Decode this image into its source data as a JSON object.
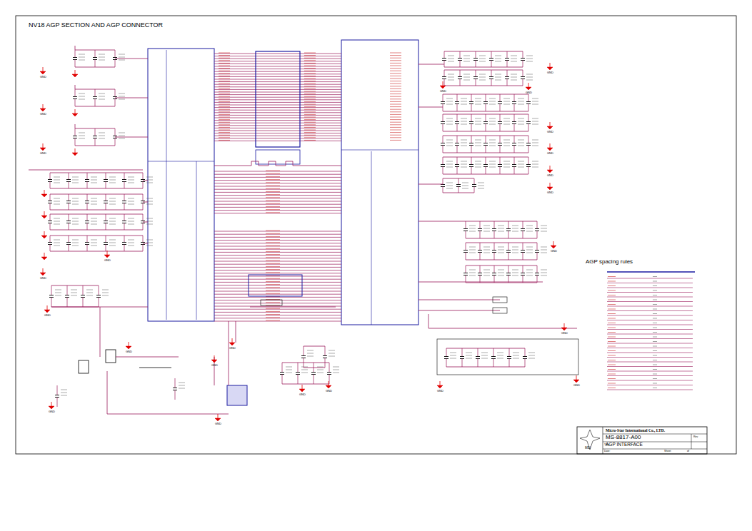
{
  "diagram": {
    "title": "NV18 AGP SECTION AND AGP CONNECTOR",
    "nodes": [
      {
        "text": [
          "Micro-Star International Co., LTD.",
          "MS-8817-A00",
          "AGP INTERFACE"
        ]
      },
      {
        "text": [
          "AGP spacing rules"
        ]
      }
    ],
    "labels": [
      "MSI",
      "Title",
      "Rev",
      "Date:",
      "Sheet",
      "of",
      "GND",
      "GND",
      "GND",
      "GND",
      "GND",
      "GND",
      "GND",
      "GND",
      "GND",
      "GND",
      "GND",
      "GND",
      "GND",
      "GND",
      "GND",
      "GND",
      "GND",
      "GND",
      "GND",
      "GND",
      "GND",
      "GND",
      "GND",
      "GND"
    ]
  }
}
